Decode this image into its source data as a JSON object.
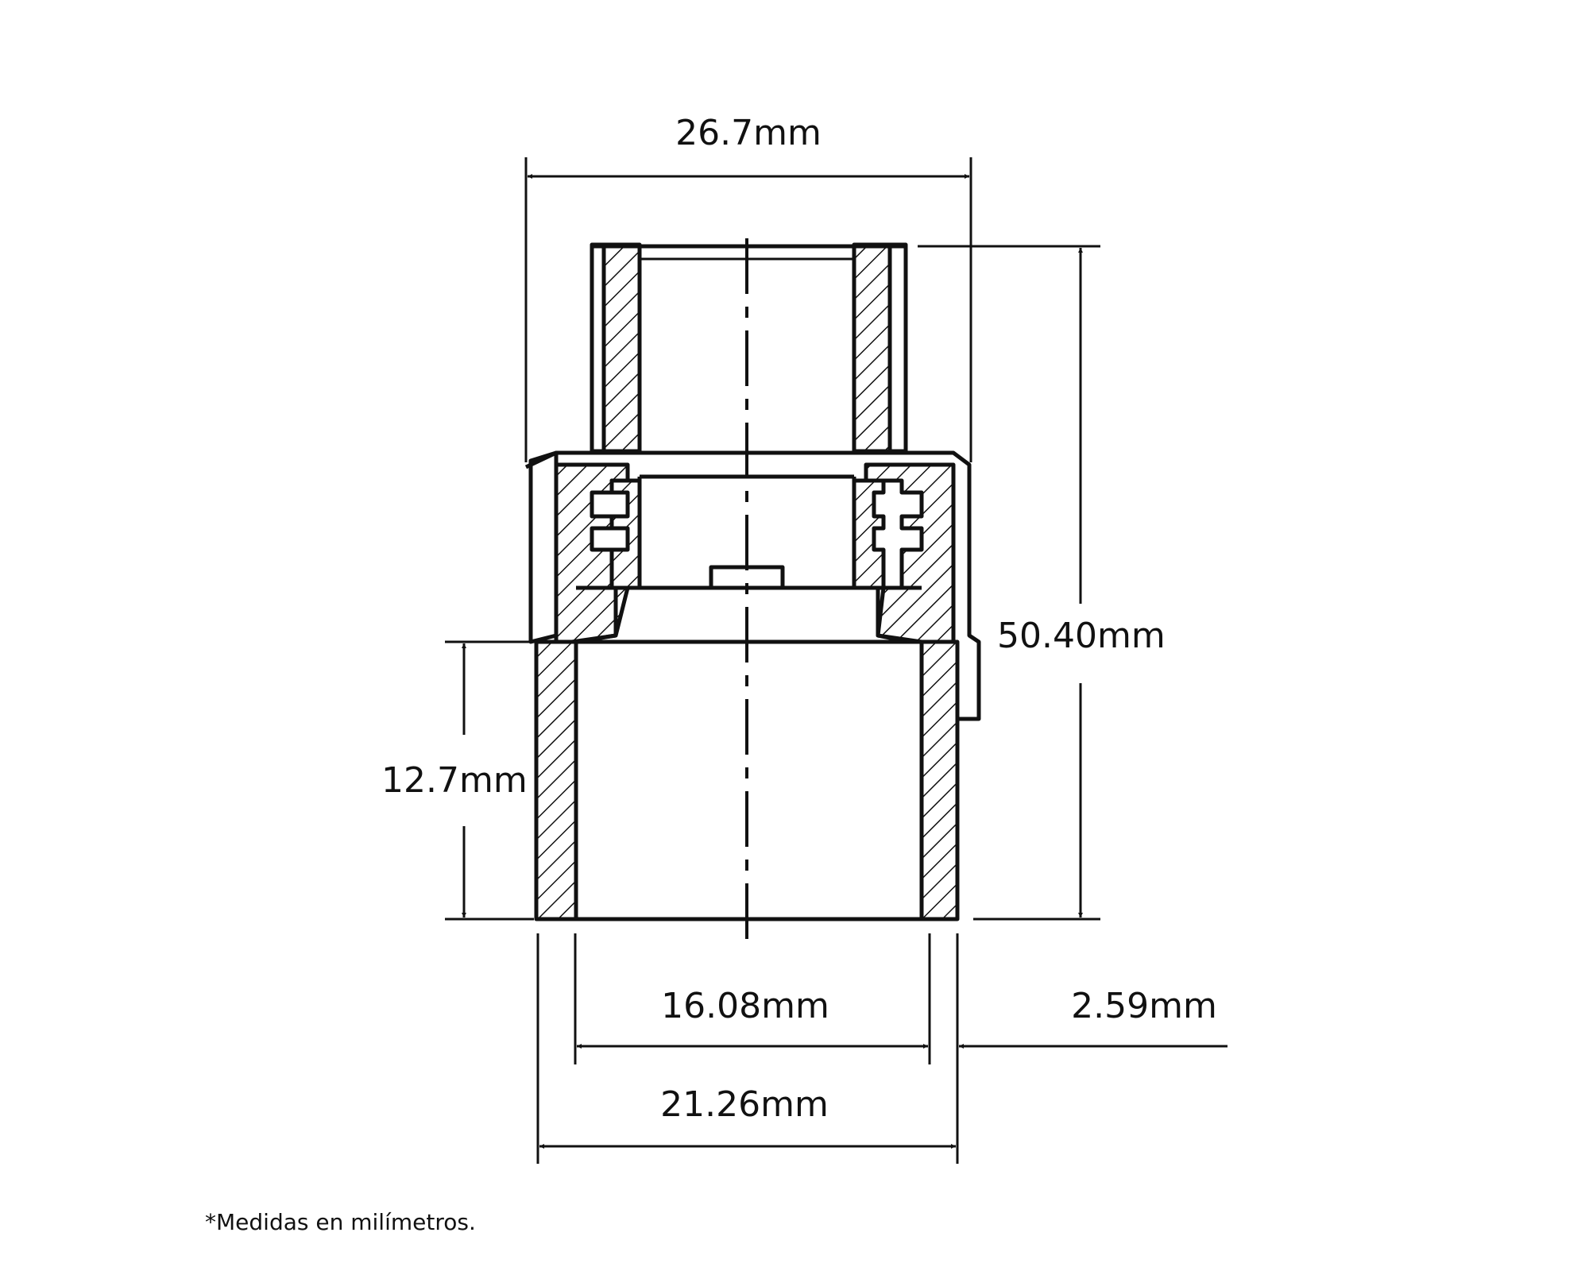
{
  "dimensions": {
    "overall_width": "26.7mm",
    "overall_height": "50.40mm",
    "socket_depth": "12.7mm",
    "inner_diameter": "16.08mm",
    "wall_thickness": "2.59mm",
    "outer_diameter": "21.26mm"
  },
  "footnote": "*Medidas en milímetros.",
  "colors": {
    "line": "#111111",
    "background": "#ffffff"
  }
}
